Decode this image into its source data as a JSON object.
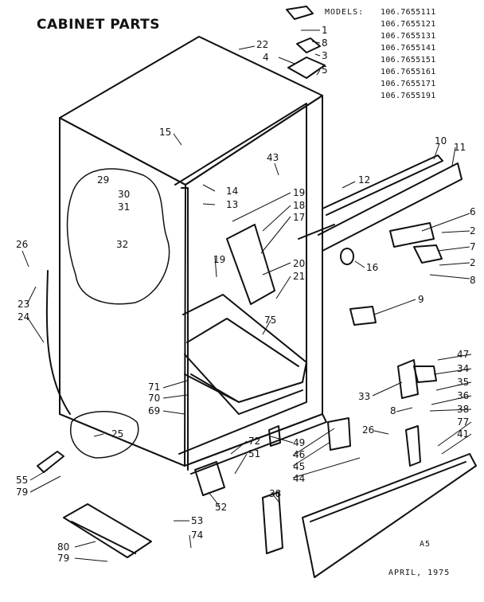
{
  "title": "CABINET PARTS",
  "models": {
    "label": "MODELS:",
    "numbers": [
      "106.7655111",
      "106.7655121",
      "106.7655131",
      "106.7655141",
      "106.7655151",
      "106.7655161",
      "106.7655171",
      "106.7655191"
    ]
  },
  "footer": {
    "code": "A5",
    "date": "APRIL, 1975"
  },
  "callouts": {
    "c1": "1",
    "c8a": "8",
    "c3": "3",
    "c4": "4",
    "c5": "5",
    "c22": "22",
    "c10": "10",
    "c11": "11",
    "c12": "12",
    "c15": "15",
    "c43": "43",
    "c29": "29",
    "c30": "30",
    "c31": "31",
    "c32": "32",
    "c14": "14",
    "c13": "13",
    "c19a": "19",
    "c18": "18",
    "c17": "17",
    "c6": "6",
    "c2a": "2",
    "c7": "7",
    "c2b": "2",
    "c8b": "8",
    "c16": "16",
    "c26a": "26",
    "c19b": "19",
    "c20": "20",
    "c21": "21",
    "c23": "23",
    "c24": "24",
    "c9": "9",
    "c75": "75",
    "c47": "47",
    "c34": "34",
    "c35": "35",
    "c36": "36",
    "c33": "33",
    "c71": "71",
    "c70": "70",
    "c69": "69",
    "c38a": "38",
    "c8c": "8",
    "c77": "77",
    "c41": "41",
    "c26b": "26",
    "c25": "25",
    "c49": "49",
    "c46": "46",
    "c45": "45",
    "c44": "44",
    "c72": "72",
    "c51": "51",
    "c55": "55",
    "c79a": "79",
    "c52": "52",
    "c53": "53",
    "c38b": "38",
    "c74": "74",
    "c80": "80",
    "c79b": "79"
  }
}
